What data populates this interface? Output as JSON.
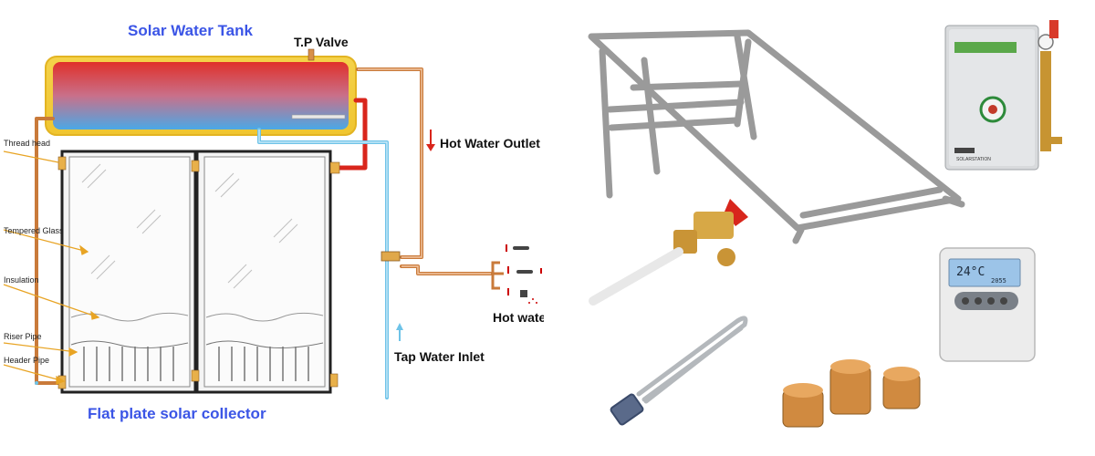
{
  "diagram": {
    "tank_title": "Solar Water Tank",
    "tp_valve": "T.P Valve",
    "hot_water_outlet": "Hot Water Outlet",
    "hot_water": "Hot wate",
    "tap_water_inlet": "Tap Water Inlet",
    "collector_title": "Flat plate solar collector",
    "side_labels": [
      "Thread head",
      "Tempered Glass",
      "Insulation",
      "Riser Pipe",
      "Header Pipe"
    ]
  },
  "products": {
    "controller_display": "24°C",
    "controller_sub": "2055",
    "station_badge": "SOLARSTATION"
  },
  "colors": {
    "accent_blue": "#3b55e6",
    "pipe_copper": "#c97a3a",
    "pipe_blue": "#6ec3e8",
    "hot_red": "#d9261c",
    "frame_gray": "#9a9a9a"
  }
}
